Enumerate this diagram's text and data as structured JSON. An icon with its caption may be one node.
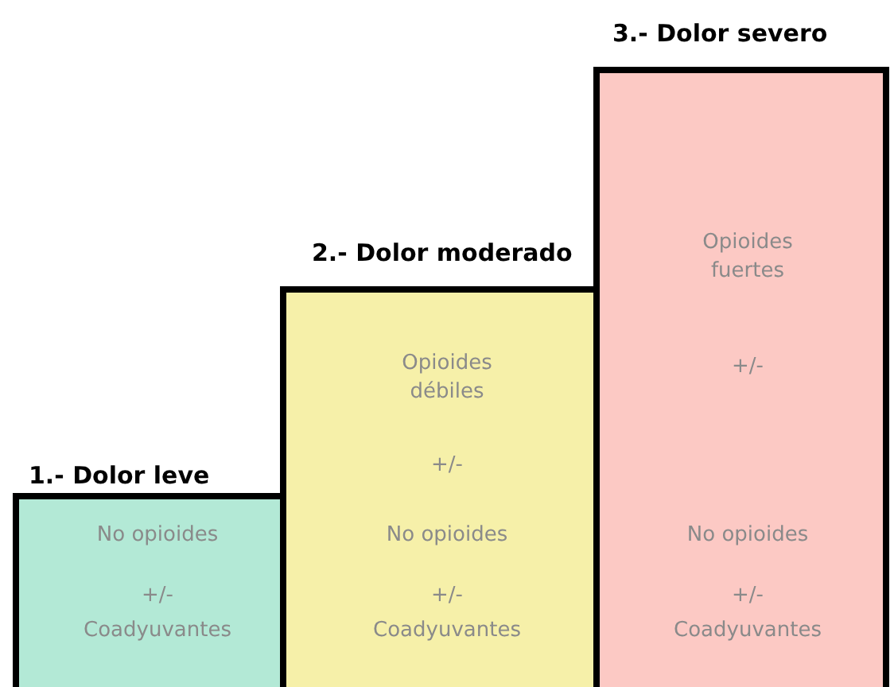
{
  "diagram": {
    "nodes": [
      {
        "text": [
          "1.- Dolor leve",
          "No opioides",
          "+/-",
          "Coadyuvantes"
        ]
      },
      {
        "text": [
          "2.- Dolor moderado",
          "Opioides débiles",
          "+/-",
          "No opioides",
          "+/-",
          "Coadyuvantes"
        ]
      },
      {
        "text": [
          "3.- Dolor severo",
          "Opioides fuertes",
          "+/-",
          "No opioides",
          "+/-",
          "Coadyuvantes"
        ]
      }
    ],
    "edges": []
  }
}
